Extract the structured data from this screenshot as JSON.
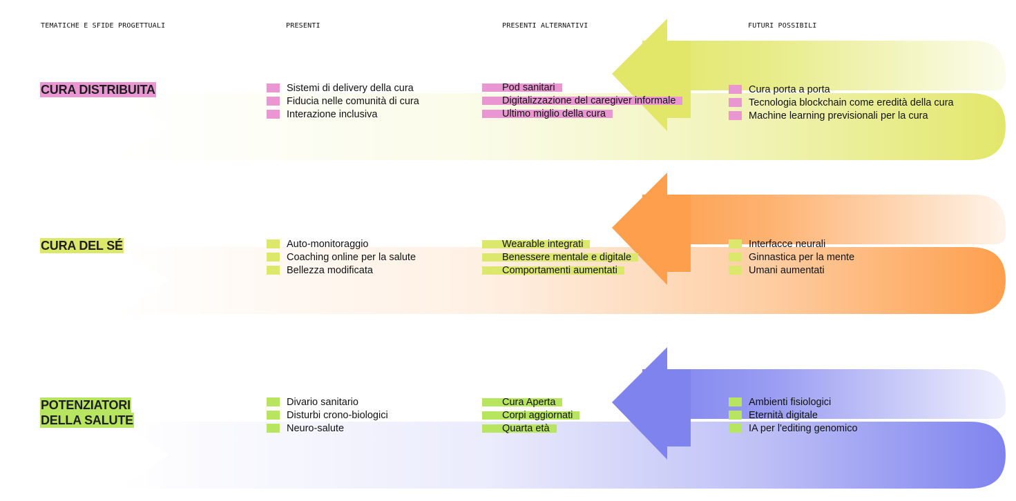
{
  "headers": {
    "themes": "TEMATICHE E SFIDE PROGETTUALI",
    "presents": "PRESENTI",
    "alt_presents": "PRESENTI ALTERNATIVI",
    "futures": "FUTURI POSSIBILI"
  },
  "bands": [
    {
      "theme_lines": [
        "CURA DISTRIBUITA"
      ],
      "theme_highlight": "#e996d3",
      "marker_color": "#e996d3",
      "arrow_color": "#e2e76a",
      "band_color": "#e2e76a",
      "presents": [
        "Sistemi di delivery della cura",
        "Fiducia nelle comunità di cura",
        "Interazione inclusiva"
      ],
      "alt_presents": [
        "Pod sanitari",
        "Digitalizzazione del caregiver informale",
        "Ultimo miglio della cura"
      ],
      "futures": [
        "Cura porta a porta",
        "Tecnologia blockchain come eredità della cura",
        "Machine learning previsionali per la cura"
      ]
    },
    {
      "theme_lines": [
        "CURA DEL SÉ"
      ],
      "theme_highlight": "#dbe86b",
      "marker_color": "#dbe86b",
      "arrow_color": "#fd9f4d",
      "band_color": "#fd9f4d",
      "presents": [
        "Auto-monitoraggio",
        "Coaching online per la salute",
        "Bellezza modificata"
      ],
      "alt_presents": [
        "Wearable integrati",
        "Benessere mentale e digitale",
        "Comportamenti aumentati"
      ],
      "futures": [
        "Interfacce neurali",
        "Ginnastica per la mente",
        "Umani aumentati"
      ]
    },
    {
      "theme_lines": [
        "POTENZIATORI",
        "DELLA SALUTE"
      ],
      "theme_highlight": "#b7e55f",
      "marker_color": "#b7e55f",
      "arrow_color": "#7f83ee",
      "band_color": "#7f83ee",
      "presents": [
        "Divario sanitario",
        "Disturbi crono-biologici",
        "Neuro-salute"
      ],
      "alt_presents": [
        "Cura Aperta",
        "Corpi aggiornati",
        "Quarta età"
      ],
      "futures": [
        "Ambienti fisiologici",
        "Eternità digitale",
        "IA per l'editing genomico"
      ]
    }
  ]
}
